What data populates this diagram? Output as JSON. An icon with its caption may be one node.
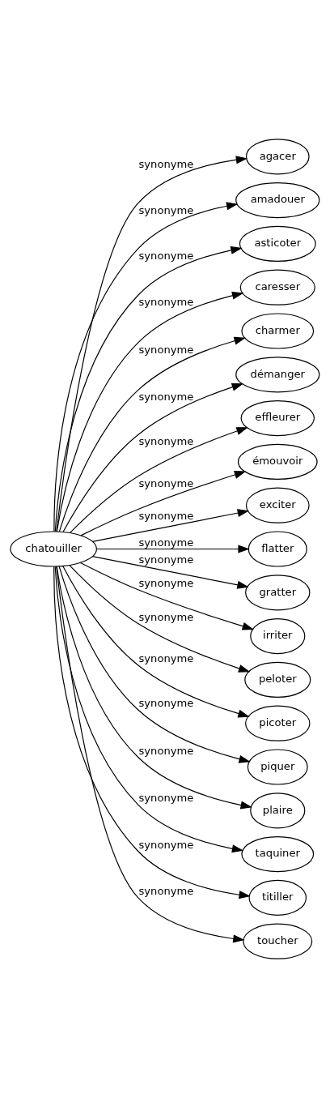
{
  "diagram": {
    "nodes": [
      {
        "text": [
          "chatouiller"
        ]
      },
      {
        "text": [
          "agacer"
        ]
      },
      {
        "text": [
          "amadouer"
        ]
      },
      {
        "text": [
          "asticoter"
        ]
      },
      {
        "text": [
          "caresser"
        ]
      },
      {
        "text": [
          "charmer"
        ]
      },
      {
        "text": [
          "démanger"
        ]
      },
      {
        "text": [
          "effleurer"
        ]
      },
      {
        "text": [
          "émouvoir"
        ]
      },
      {
        "text": [
          "exciter"
        ]
      },
      {
        "text": [
          "flatter"
        ]
      },
      {
        "text": [
          "gratter"
        ]
      },
      {
        "text": [
          "irriter"
        ]
      },
      {
        "text": [
          "peloter"
        ]
      },
      {
        "text": [
          "picoter"
        ]
      },
      {
        "text": [
          "piquer"
        ]
      },
      {
        "text": [
          "plaire"
        ]
      },
      {
        "text": [
          "taquiner"
        ]
      },
      {
        "text": [
          "titiller"
        ]
      },
      {
        "text": [
          "toucher"
        ]
      }
    ],
    "edges": [
      {
        "from": 0,
        "to": 1,
        "arrow": "to",
        "label": "synonyme"
      },
      {
        "from": 0,
        "to": 2,
        "arrow": "to",
        "label": "synonyme"
      },
      {
        "from": 0,
        "to": 3,
        "arrow": "to",
        "label": "synonyme"
      },
      {
        "from": 0,
        "to": 4,
        "arrow": "to",
        "label": "synonyme"
      },
      {
        "from": 0,
        "to": 5,
        "arrow": "to",
        "label": "synonyme"
      },
      {
        "from": 0,
        "to": 6,
        "arrow": "to",
        "label": "synonyme"
      },
      {
        "from": 0,
        "to": 7,
        "arrow": "to",
        "label": "synonyme"
      },
      {
        "from": 0,
        "to": 8,
        "arrow": "to",
        "label": "synonyme"
      },
      {
        "from": 0,
        "to": 9,
        "arrow": "to",
        "label": "synonyme"
      },
      {
        "from": 0,
        "to": 10,
        "arrow": "to",
        "label": "synonyme"
      },
      {
        "from": 0,
        "to": 11,
        "arrow": "to",
        "label": "synonyme"
      },
      {
        "from": 0,
        "to": 12,
        "arrow": "to",
        "label": "synonyme"
      },
      {
        "from": 0,
        "to": 13,
        "arrow": "to",
        "label": "synonyme"
      },
      {
        "from": 0,
        "to": 14,
        "arrow": "to",
        "label": "synonyme"
      },
      {
        "from": 0,
        "to": 15,
        "arrow": "to",
        "label": "synonyme"
      },
      {
        "from": 0,
        "to": 16,
        "arrow": "to",
        "label": "synonyme"
      },
      {
        "from": 0,
        "to": 17,
        "arrow": "to",
        "label": "synonyme"
      },
      {
        "from": 0,
        "to": 18,
        "arrow": "to",
        "label": "synonyme"
      },
      {
        "from": 0,
        "to": 19,
        "arrow": "to",
        "label": "synonyme"
      }
    ]
  }
}
